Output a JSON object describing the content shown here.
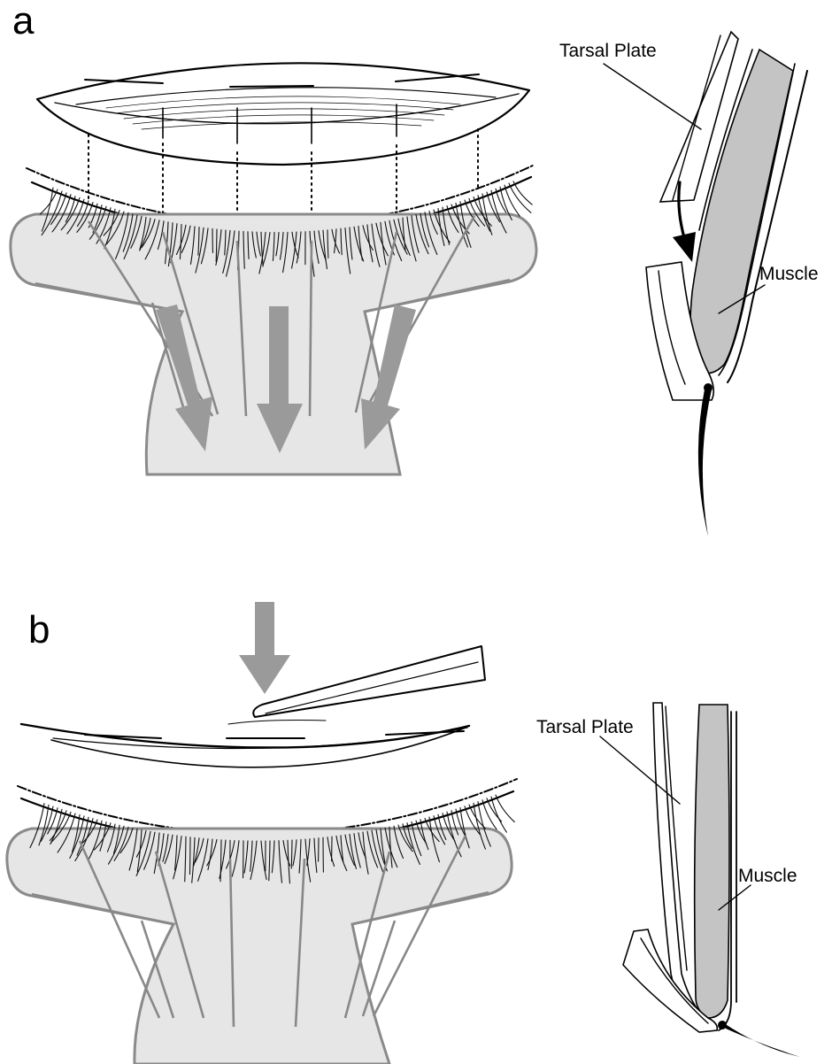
{
  "figure": {
    "panels": [
      {
        "id": "a",
        "label": "a",
        "callouts": {
          "tarsal_plate": "Tarsal Plate",
          "muscle": "Muscle"
        }
      },
      {
        "id": "b",
        "label": "b",
        "callouts": {
          "tarsal_plate": "Tarsal Plate",
          "muscle": "Muscle"
        }
      }
    ],
    "colors": {
      "ink": "#000000",
      "tape_fill": "#e6e6e6",
      "tape_edge": "#8a8a8a",
      "arrow_grey": "#9a9a9a",
      "muscle_fill": "#c4c4c4"
    }
  }
}
